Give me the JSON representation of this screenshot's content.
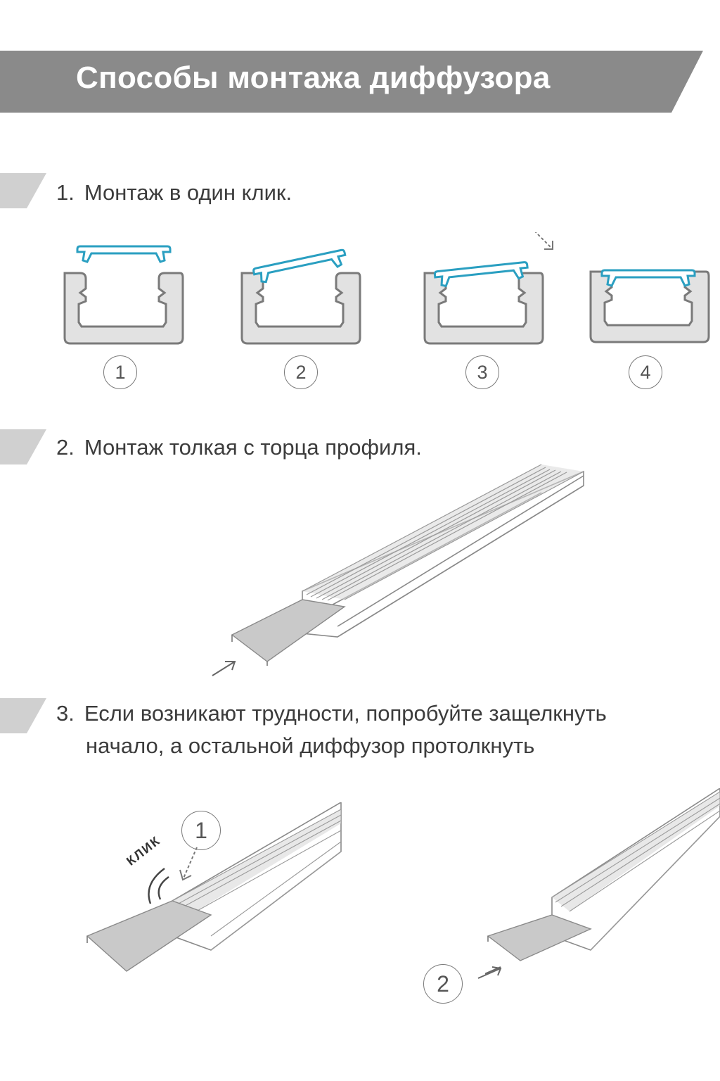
{
  "header": {
    "title": "Способы монтажа диффузора"
  },
  "steps": [
    {
      "number": "1.",
      "text": "Монтаж в один клик."
    },
    {
      "number": "2.",
      "text": "Монтаж толкая с торца профиля."
    },
    {
      "number": "3.",
      "text": "Если возникают трудности, попробуйте защелкнуть",
      "text_line2": "начало, а остальной диффузор протолкнуть"
    }
  ],
  "click_stages": [
    "1",
    "2",
    "3",
    "4"
  ],
  "push_stages": [
    "1",
    "2"
  ],
  "sound_label": "КЛИК",
  "colors": {
    "banner": "#8a8a8a",
    "tab": "#d0d0d0",
    "diffuser": "#2a9fc1",
    "profile_fill": "#e2e2e2",
    "profile_stroke": "#7a7a7a"
  }
}
